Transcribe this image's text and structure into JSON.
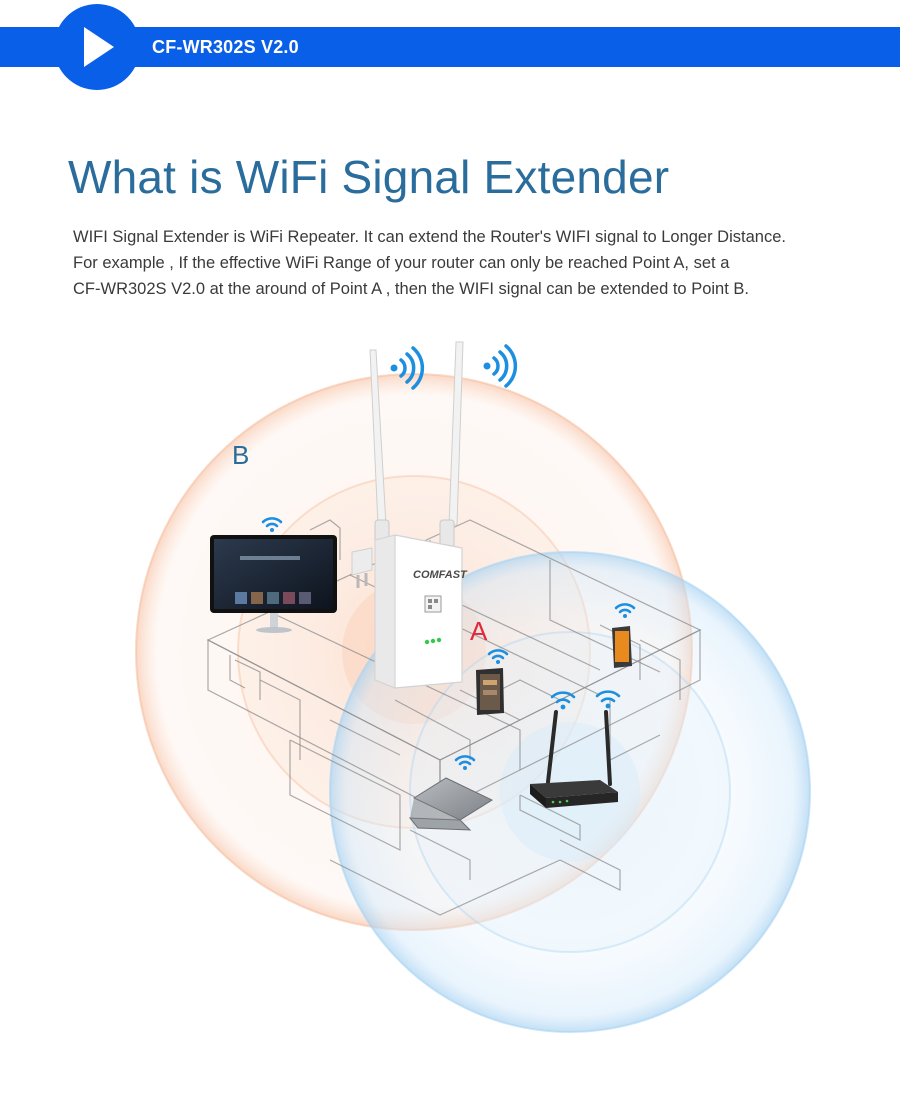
{
  "header": {
    "product_label": "CF-WR302S V2.0"
  },
  "main": {
    "title": "What is WiFi Signal Extender",
    "description": [
      "WIFI Signal Extender is WiFi Repeater. It can extend the Router's WIFI signal to Longer Distance.",
      "For example , If the effective WiFi Range of your router can only be reached Point A, set a",
      "CF-WR302S V2.0 at the around of Point A , then the WIFI signal can be extended to Point B."
    ]
  },
  "diagram": {
    "point_b": "B",
    "point_a": "A",
    "extender_brand": "COMFAST",
    "colors": {
      "extender_range": "#f5b38f",
      "router_range": "#a9d3f2",
      "point_a": "#e0283c",
      "point_b": "#2a6d9c",
      "wifi_icon": "#1d8fe0",
      "banner": "#0a5fe8"
    }
  }
}
